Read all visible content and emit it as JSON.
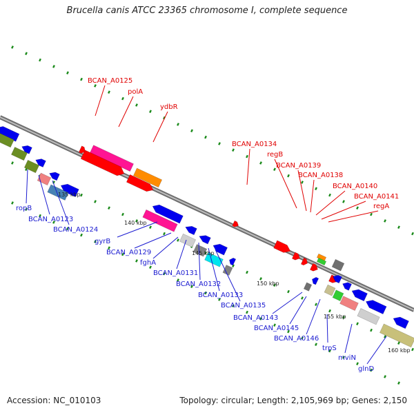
{
  "title": "Brucella canis ATCC 23365 chromosome I, complete sequence",
  "footer": {
    "accession": "Accession: NC_010103",
    "stats": "Topology: circular; Length: 2,105,969 bp; Genes: 2,150"
  },
  "colors": {
    "backbone": "#8a8a8a",
    "ticks": "#1a8a1a",
    "forward_label": "#e00000",
    "reverse_label": "#1a1ad0"
  },
  "scale_labels": [
    "135 kbp",
    "140 kbp",
    "145 kbp",
    "150 kbp",
    "155 kbp",
    "160 kbp"
  ],
  "forward_labels": [
    "BCAN_A0125",
    "polA",
    "ydbR",
    "BCAN_A0134",
    "regB",
    "BCAN_A0139",
    "BCAN_A0138",
    "BCAN_A0140",
    "BCAN_A0141",
    "regA"
  ],
  "reverse_labels": [
    "ropB",
    "BCAN_A0123",
    "BCAN_A0124",
    "gyrB",
    "BCAN_A0129",
    "fghA",
    "BCAN_A0131",
    "BCAN_A0132",
    "BCAN_A0133",
    "BCAN_A0135",
    "BCAN_A0143",
    "BCAN_A0145",
    "BCAN_A0146",
    "trpS",
    "mviN",
    "glnD"
  ]
}
